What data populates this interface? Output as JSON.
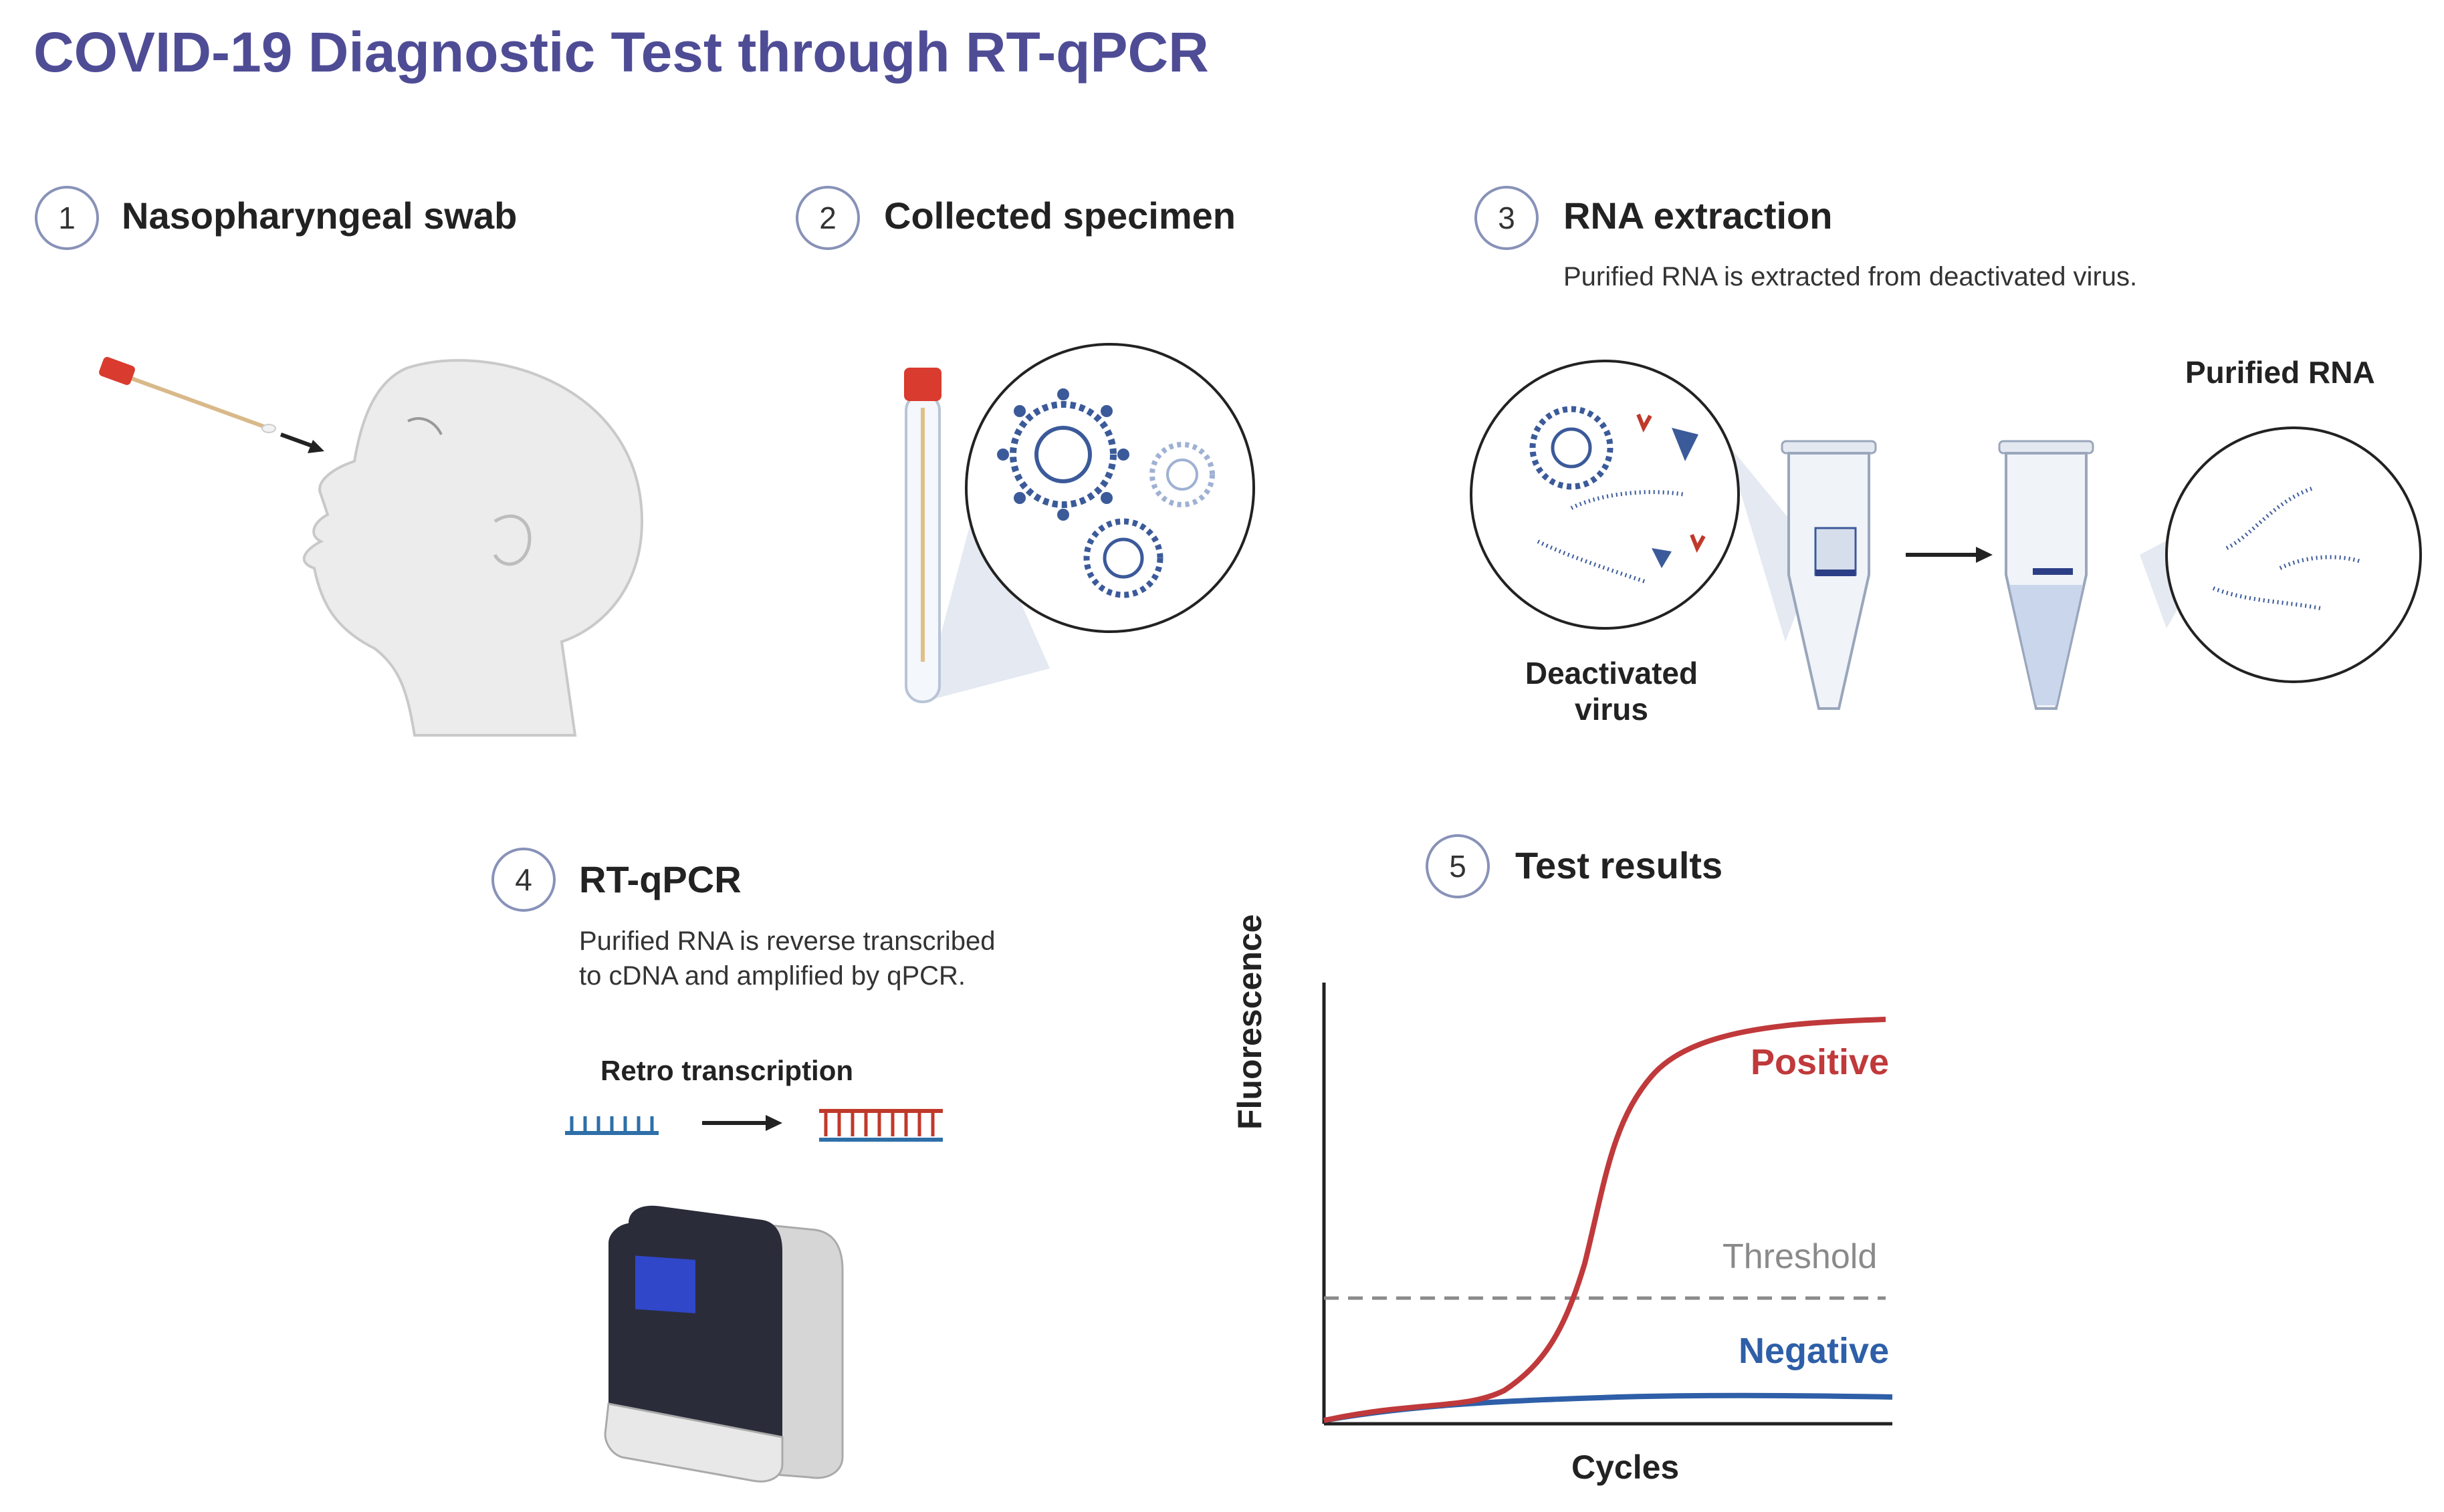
{
  "title": "COVID-19 Diagnostic Test through RT-qPCR",
  "steps": [
    {
      "number": "1",
      "title": "Nasopharyngeal swab"
    },
    {
      "number": "2",
      "title": "Collected specimen"
    },
    {
      "number": "3",
      "title": "RNA extraction",
      "description": "Purified RNA is extracted from deactivated virus."
    },
    {
      "number": "4",
      "title": "RT-qPCR",
      "description_line1": "Purified RNA is reverse transcribed",
      "description_line2": "to cDNA and amplified by qPCR."
    },
    {
      "number": "5",
      "title": "Test  results"
    }
  ],
  "labels": {
    "deactivated_virus_line1": "Deactivated",
    "deactivated_virus_line2": "virus",
    "purified_rna": "Purified RNA",
    "retro_transcription": "Retro transcription"
  },
  "colors": {
    "title": "#4f4c96",
    "step_circle": "#8892b8",
    "virus": "#3b5a9a",
    "spike": "#c0392b",
    "positive": "#c0393b",
    "negative": "#2e5fa8",
    "threshold": "#8a8a8a"
  },
  "chart_data": {
    "type": "line",
    "xlabel": "Cycles",
    "ylabel": "Fluorescence",
    "series": [
      {
        "name": "Positive"
      },
      {
        "name": "Negative"
      }
    ],
    "threshold_label": "Threshold",
    "grid": false
  }
}
